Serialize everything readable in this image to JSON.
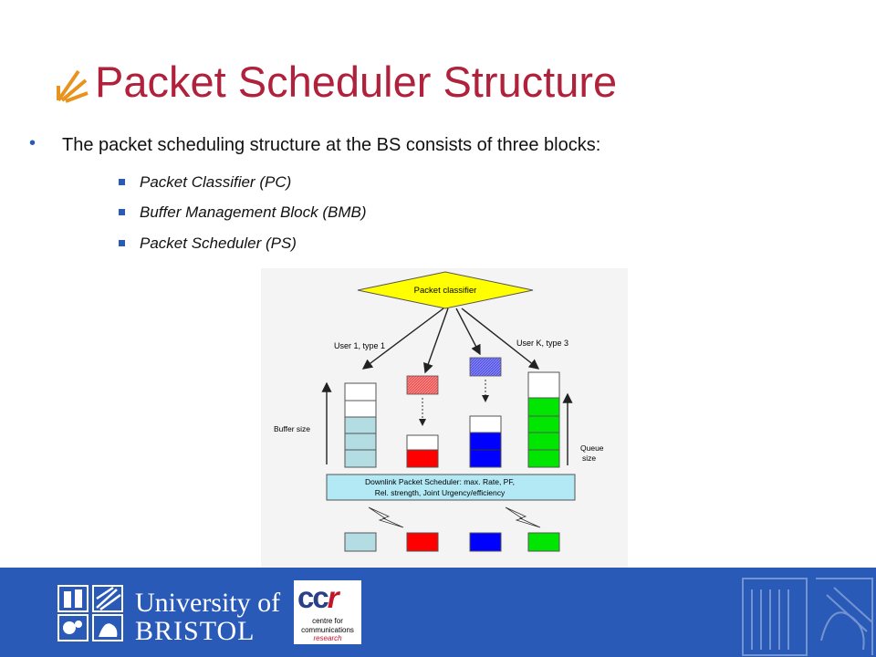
{
  "slide": {
    "title": "Packet Scheduler Structure",
    "bullet": "The packet scheduling structure at the BS consists of three blocks:",
    "sub_bullets": [
      "Packet Classifier (PC)",
      "Buffer Management Block (BMB)",
      "Packet Scheduler (PS)"
    ]
  },
  "diagram": {
    "classifier_label": "Packet classifier",
    "user1_label": "User 1, type 1",
    "userk_label": "User K, type 3",
    "buffer_size_label": "Buffer size",
    "queue_label_1": "Queue",
    "queue_label_2": "size",
    "scheduler_line1": "Downlink Packet Scheduler: max. Rate, PF,",
    "scheduler_line2": "Rel. strength, Joint Urgency/efficiency",
    "colors": {
      "light_blue": "#b3dde3",
      "red": "#ff0000",
      "blue": "#0000ff",
      "green": "#00e600",
      "classifier": "#ffff00",
      "scheduler_box": "#b3e8f5"
    }
  },
  "footer": {
    "university_line1": "University of",
    "university_line2": "BRISTOL",
    "ccr_logo_c": "cc",
    "ccr_logo_r": "r",
    "ccr_line1": "centre for",
    "ccr_line2": "communications",
    "ccr_line3": "research",
    "background_color": "#2a5ab8"
  }
}
